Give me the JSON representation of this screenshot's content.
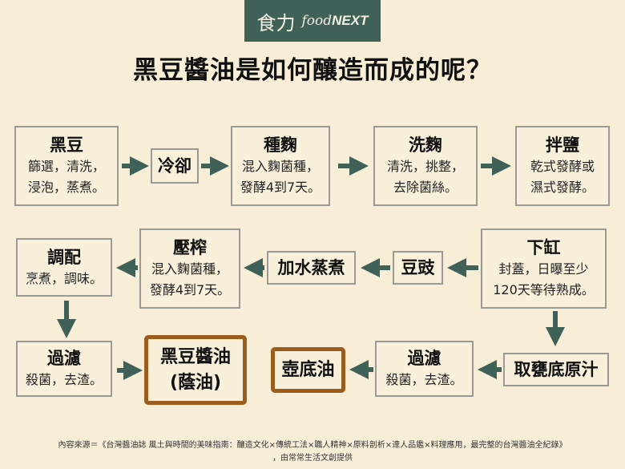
{
  "logo": {
    "zh": "食力",
    "en_food": "food",
    "en_next": "NEXT"
  },
  "title": "黑豆醬油是如何釀造而成的呢？",
  "steps": {
    "black_bean": {
      "title": "黑豆",
      "lines": [
        "篩選，清洗，",
        "浸泡，蒸煮。"
      ]
    },
    "cool": {
      "title": "冷卻"
    },
    "seed_koji": {
      "title": "種麴",
      "lines": [
        "混入麴菌種，",
        "發酵4到7天。"
      ]
    },
    "wash_koji": {
      "title": "洗麴",
      "lines": [
        "清洗，挑整，",
        "去除菌絲。"
      ]
    },
    "mix_salt": {
      "title": "拌鹽",
      "lines": [
        "乾式發酵或",
        "濕式發酵。"
      ]
    },
    "into_vat": {
      "title": "下缸",
      "lines": [
        "封蓋，日曝至少",
        "120天等待熟成。"
      ]
    },
    "douchi": {
      "title": "豆豉"
    },
    "add_water": {
      "title": "加水蒸煮"
    },
    "press": {
      "title": "壓榨",
      "lines": [
        "混入麴菌種，",
        "發酵4到7天。"
      ]
    },
    "blend": {
      "title": "調配",
      "lines": [
        "烹煮，調味。"
      ]
    },
    "take_juice": {
      "title": "取甕底原汁"
    },
    "filter_right": {
      "title": "過濾",
      "lines": [
        "殺菌，去渣。"
      ]
    },
    "hutiyou": {
      "title": "壺底油"
    },
    "filter_left": {
      "title": "過濾",
      "lines": [
        "殺菌，去渣。"
      ]
    },
    "soy_sauce": {
      "title": "黑豆醬油",
      "subtitle": "(蔭油)"
    }
  },
  "footer": {
    "line1": "內容來源＝《台灣醬油誌 風土與時間的美味指南：釀造文化×傳統工法×職人精神×原料剖析×達人品鑑×料理應用，最完整的台灣醬油全紀錄》",
    "line2": "，由常常生活文創提供"
  },
  "colors": {
    "background": "#f8eed8",
    "arrow": "#3f6157",
    "highlight": "#9b5d1c",
    "logo": "#3f6157"
  }
}
